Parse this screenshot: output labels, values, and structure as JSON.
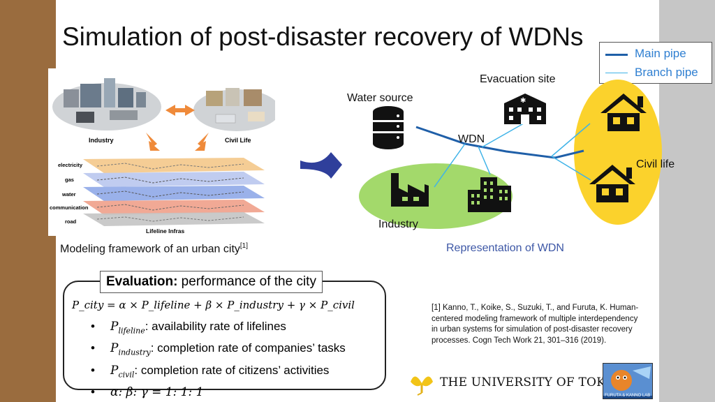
{
  "slide": {
    "title": "Simulation of post-disaster recovery of WDNs",
    "legend": {
      "main_pipe": "Main pipe",
      "branch_pipe": "Branch pipe",
      "main_color": "#1f5fa8",
      "branch_color": "#3fb3e8"
    },
    "framework_labels": {
      "industry": "Industry",
      "civil_life": "Civil Life",
      "layers": [
        "electricity",
        "gas",
        "water",
        "communication",
        "road"
      ],
      "infras": "Lifeline Infras"
    },
    "wdn_labels": {
      "water_source": "Water source",
      "evacuation_site": "Evacuation site",
      "wdn": "WDN",
      "civil_life": "Civil life",
      "industry": "Industry"
    },
    "caption_left": "Modeling framework of an urban city",
    "caption_left_ref": "[1]",
    "caption_right": "Representation of WDN",
    "evaluation": {
      "title_bold": "Evaluation:",
      "title_rest": " performance of the city",
      "formula": "P_city = α × P_lifeline + β × P_industry + γ × P_civil",
      "bullets": [
        {
          "sym": "P",
          "sub": "lifeline",
          "text": ": availability rate of lifelines"
        },
        {
          "sym": "P",
          "sub": "industry",
          "text": ": completion rate of companies’ tasks"
        },
        {
          "sym": "P",
          "sub": "civil",
          "text": ": completion rate of citizens’ activities"
        }
      ],
      "ratio": "α: β: γ = 1: 1: 1"
    },
    "reference": "[1] Kanno, T., Koike, S., Suzuki, T., and Furuta, K. Human-centered modeling framework of multiple interdependency in urban systems for simulation of post-disaster recovery processes. Cogn Tech Work 21, 301–316 (2019).",
    "university": "THE UNIVERSITY OF TOKYO",
    "lab": "FURUTA & KANNO LAB"
  }
}
